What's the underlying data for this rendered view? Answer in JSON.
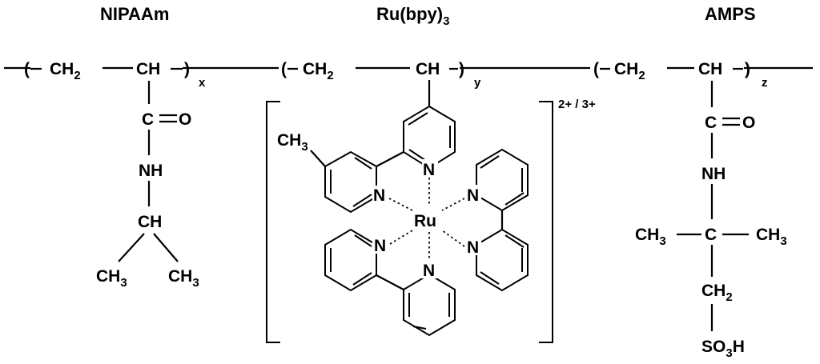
{
  "labels": {
    "nipaam": "NIPAAm",
    "ru_main": "Ru(bpy)",
    "ru_sub": "3",
    "amps": "AMPS",
    "charge": "2+ / 3+"
  },
  "atoms": {
    "ch2": "CH",
    "ch": "CH",
    "two": "2",
    "three": "3",
    "sub_x": "x",
    "sub_y": "y",
    "sub_z": "z",
    "carbonyl_c": "C",
    "carbonyl_o": "O",
    "nh": "NH",
    "ch3": "CH",
    "c": "C",
    "n": "N",
    "ru": "Ru",
    "so": "SO",
    "h": "H"
  },
  "colors": {
    "ink": "#000000",
    "background": "#ffffff"
  }
}
